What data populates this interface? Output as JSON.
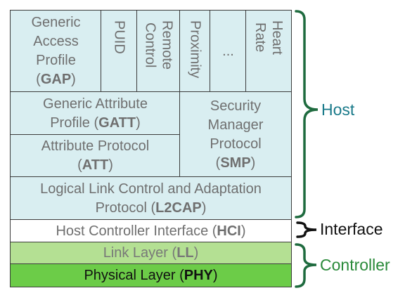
{
  "stack": {
    "profiles": {
      "gap": {
        "name": "Generic Access Profile",
        "lines": [
          "Generic",
          "Access",
          "Profile"
        ],
        "abbr": "GAP"
      },
      "puid": "PUID",
      "remote_control": [
        "Remote",
        "Control"
      ],
      "proximity": "Proximity",
      "ellipsis": "...",
      "heart_rate": [
        "Heart",
        "Rate"
      ]
    },
    "gatt": {
      "line1": "Generic Attribute",
      "line2_prefix": "Profile",
      "abbr": "GATT"
    },
    "att": {
      "line1": "Attribute Protocol",
      "abbr": "ATT"
    },
    "smp": {
      "lines": [
        "Security",
        "Manager",
        "Protocol"
      ],
      "abbr": "SMP"
    },
    "l2cap": {
      "line1": "Logical Link Control and Adaptation",
      "line2_prefix": "Protocol",
      "abbr": "L2CAP"
    },
    "hci": {
      "prefix": "Host Controller Interface",
      "abbr": "HCI"
    },
    "ll": {
      "prefix": "Link Layer",
      "abbr": "LL"
    },
    "phy": {
      "prefix": "Physical Layer",
      "abbr": "PHY"
    }
  },
  "groups": {
    "host": "Host",
    "interface": "Interface",
    "controller": "Controller"
  },
  "colors": {
    "host_fill": "#d9eef1",
    "interface_fill": "#ffffff",
    "link_layer_fill": "#b4e093",
    "physical_layer_fill": "#6ccc48",
    "bracket_green": "#1f6b3f",
    "host_label": "#1a7a8a",
    "controller_label": "#2a8a3a"
  }
}
